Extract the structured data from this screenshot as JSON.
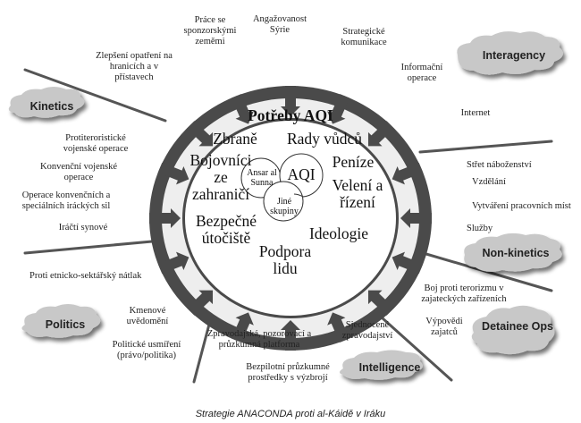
{
  "center": {
    "title": "Potřeby AQI",
    "needs": [
      "Zbraně",
      "Rady vůdců",
      "Bojovníci ze zahraničí",
      "Peníze",
      "Velení a řízení",
      "Bezpečné útočiště",
      "Ideologie",
      "Podpora lidu"
    ],
    "groups": [
      "Ansar al Sunna",
      "AQI",
      "Jiné skupiny"
    ]
  },
  "clouds": {
    "interagency": "Interagency",
    "kinetics": "Kinetics",
    "non_kinetics": "Non-kinetics",
    "politics": "Politics",
    "detainee_ops": "Detainee Ops",
    "intelligence": "Intelligence"
  },
  "interagency_items": [
    "Práce se sponzorskými zeměmi",
    "Angažovanost Sýrie",
    "Strategické komunikace",
    "Informační operace",
    "Internet",
    "Zlepšení opatření na hranicích a v přístavech"
  ],
  "kinetics_items": [
    "Protiteroristické vojenské operace",
    "Konvenční vojenské operace",
    "Operace konvenčních a speciálních iráckých sil",
    "Iráčtí synové"
  ],
  "non_kinetics_items": [
    "Střet náboženství",
    "Vzdělání",
    "Vytváření pracovních míst",
    "Služby"
  ],
  "politics_items": [
    "Proti etnicko-sektářský nátlak",
    "Kmenové uvědomění",
    "Politické usmíření (právo/politika)"
  ],
  "detainee_items": [
    "Boj proti terorizmu v zajateckých zařízeních",
    "Výpovědi zajatců"
  ],
  "intelligence_items": [
    "Zpravodajská, pozorovací a průzkumná platforma",
    "Bezpilotní průzkumné prostředky s výzbrojí",
    "Sjednocené zpravodajství"
  ],
  "caption": "Strategie ANACONDA proti al-Káidě v Iráku",
  "colors": {
    "ring_dark": "#4a4a4a",
    "ring_light": "#eeeeee",
    "cloud_fill": "#c8c8c8",
    "line": "#555555"
  }
}
